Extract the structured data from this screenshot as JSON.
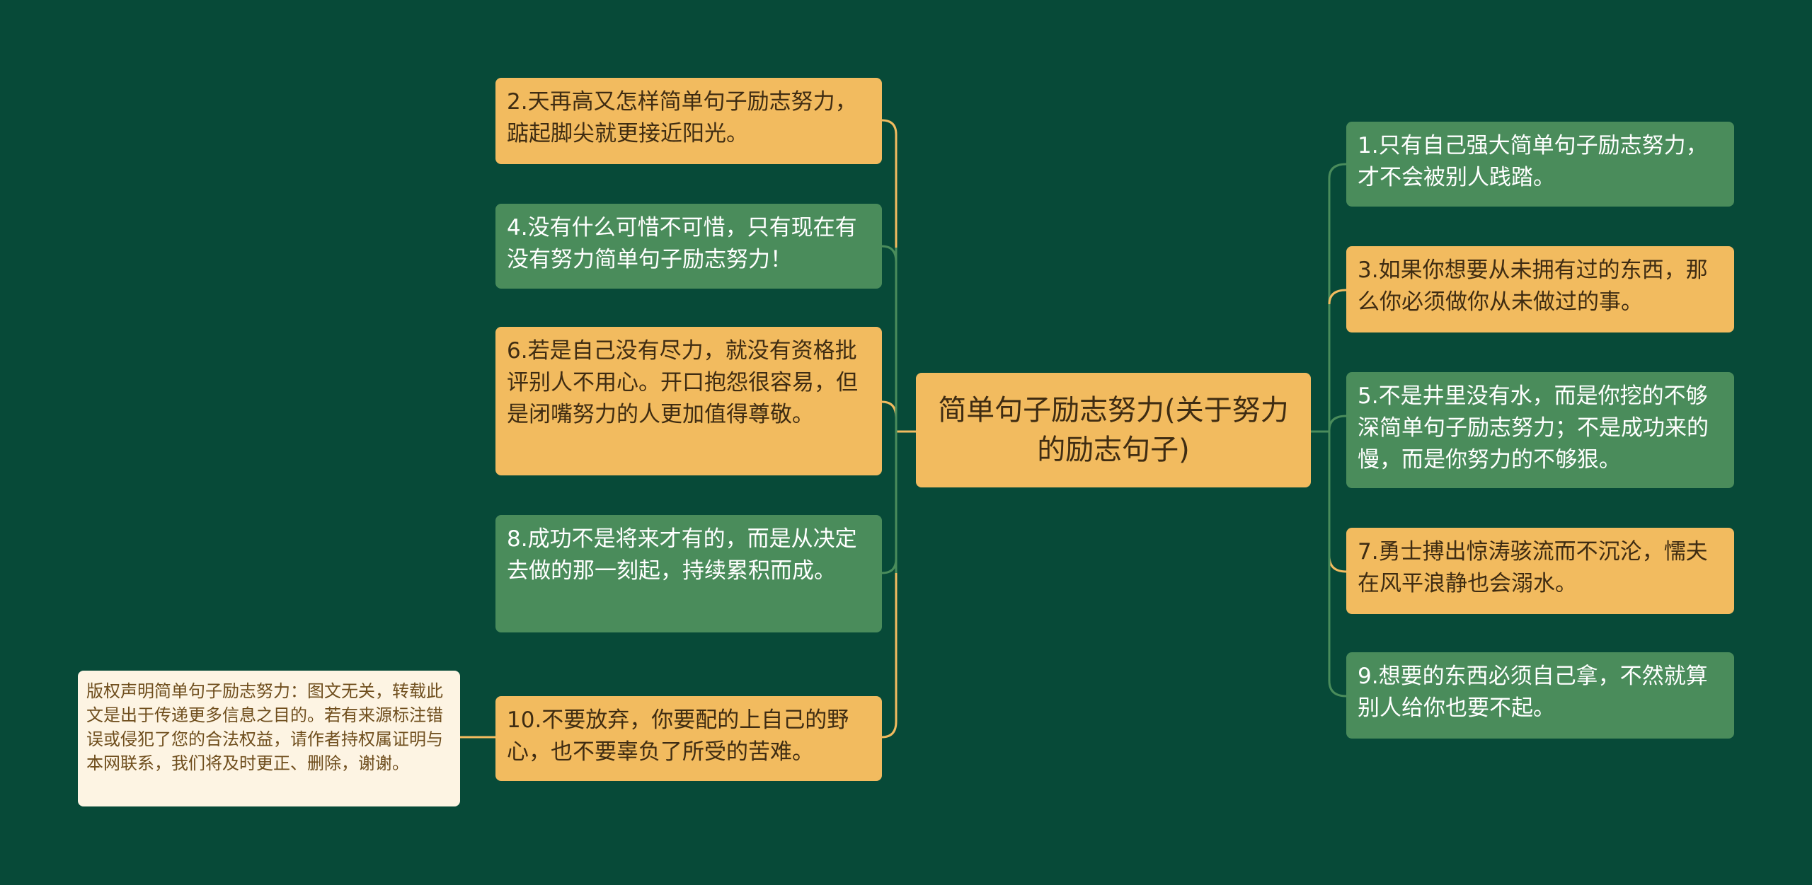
{
  "root": {
    "text": "简单句子励志努力(关于努力的励志句子)"
  },
  "left_nodes": [
    {
      "text": "2.天再高又怎样简单句子励志努力，踮起脚尖就更接近阳光。",
      "color": "yellow"
    },
    {
      "text": "4.没有什么可惜不可惜，只有现在有没有努力简单句子励志努力！",
      "color": "green"
    },
    {
      "text": "6.若是自己没有尽力，就没有资格批评别人不用心。开口抱怨很容易，但是闭嘴努力的人更加值得尊敬。",
      "color": "yellow"
    },
    {
      "text": "8.成功不是将来才有的，而是从决定去做的那一刻起，持续累积而成。",
      "color": "green"
    },
    {
      "text": "10.不要放弃，你要配的上自己的野心，也不要辜负了所受的苦难。",
      "color": "yellow"
    }
  ],
  "right_nodes": [
    {
      "text": "1.只有自己强大简单句子励志努力，才不会被别人践踏。",
      "color": "green"
    },
    {
      "text": "3.如果你想要从未拥有过的东西，那么你必须做你从未做过的事。",
      "color": "yellow"
    },
    {
      "text": "5.不是井里没有水，而是你挖的不够深简单句子励志努力；不是成功来的慢，而是你努力的不够狠。",
      "color": "green"
    },
    {
      "text": "7.勇士搏出惊涛骇流而不沉沦，懦夫在风平浪静也会溺水。",
      "color": "yellow"
    },
    {
      "text": "9.想要的东西必须自己拿，不然就算别人给你也要不起。",
      "color": "green"
    }
  ],
  "note": {
    "text": "版权声明简单句子励志努力：图文无关，转载此文是出于传递更多信息之目的。若有来源标注错误或侵犯了您的合法权益，请作者持权属证明与本网联系，我们将及时更正、删除，谢谢。"
  },
  "colors": {
    "background": "#074a38",
    "yellow": "#f2bb5f",
    "green": "#4a8c5b",
    "note": "#fdf4e3",
    "link_yellow": "#f2bb5f",
    "link_green": "#4a8c5b"
  }
}
